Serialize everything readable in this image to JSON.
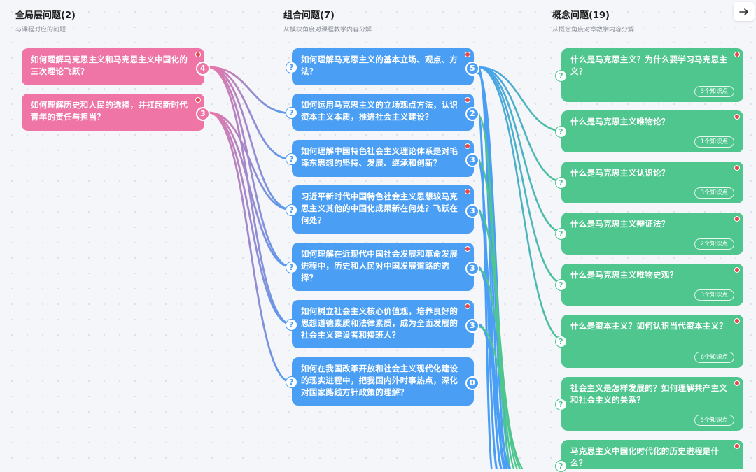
{
  "columns": {
    "global": {
      "title": "全局层问题(2)",
      "subtitle": "与课程对应的问题"
    },
    "combo": {
      "title": "组合问题(7)",
      "subtitle": "从模块角度对课程教学内容分解"
    },
    "concept": {
      "title": "概念问题(19)",
      "subtitle": "从概念角度对章教学内容分解"
    }
  },
  "nav": {
    "icon": "arrow-right-icon",
    "glyph": "→"
  },
  "global_questions": [
    {
      "text": "如何理解马克思主义和马克思主义中国化的三次理论飞跃？",
      "count": "4"
    },
    {
      "text": "如何理解历史和人民的选择，并扛起新时代青年的责任与担当？",
      "count": "3"
    }
  ],
  "combo_questions": [
    {
      "text": "如何理解马克思主义的基本立场、观点、方法？",
      "count": "5"
    },
    {
      "text": "如何运用马克思主义的立场观点方法，认识资本主义本质，推进社会主义建设？",
      "count": "2"
    },
    {
      "text": "如何理解中国特色社会主义理论体系是对毛泽东思想的坚持、发展、继承和创新？",
      "count": "3"
    },
    {
      "text": "习近平新时代中国特色社会主义思想较马克思主义其他的中国化成果新在何处？飞跃在何处？",
      "count": "3"
    },
    {
      "text": "如何理解在近现代中国社会发展和革命发展进程中，历史和人民对中国发展道路的选择？",
      "count": "3"
    },
    {
      "text": "如何树立社会主义核心价值观，培养良好的思想道德素质和法律素质，成为全面发展的社会主义建设者和接班人？",
      "count": "3"
    },
    {
      "text": "如何在我国改革开放和社会主义现代化建设的现实进程中，把我国内外时事热点，深化对国家路线方针政策的理解？",
      "count": "0"
    }
  ],
  "concept_questions": [
    {
      "text": "什么是马克思主义？为什么要学习马克思主义？",
      "kp": "3个知识点"
    },
    {
      "text": "什么是马克思主义唯物论？",
      "kp": "1个知识点"
    },
    {
      "text": "什么是马克思主义认识论？",
      "kp": "3个知识点"
    },
    {
      "text": "什么是马克思主义辩证法？",
      "kp": "2个知识点"
    },
    {
      "text": "什么是马克思主义唯物史观？",
      "kp": "3个知识点"
    },
    {
      "text": "什么是资本主义？如何认识当代资本主义？",
      "kp": "6个知识点"
    },
    {
      "text": "社会主义是怎样发展的？如何理解共产主义和社会主义的关系？",
      "kp": "5个知识点"
    },
    {
      "text": "马克思主义中国化时代化的历史进程是什么？",
      "kp": ""
    }
  ],
  "question_mark": "?",
  "colors": {
    "global": "#ee75a6",
    "combo": "#4a9ff5",
    "concept": "#4fc68e",
    "alert_dot": "#e5484d"
  }
}
